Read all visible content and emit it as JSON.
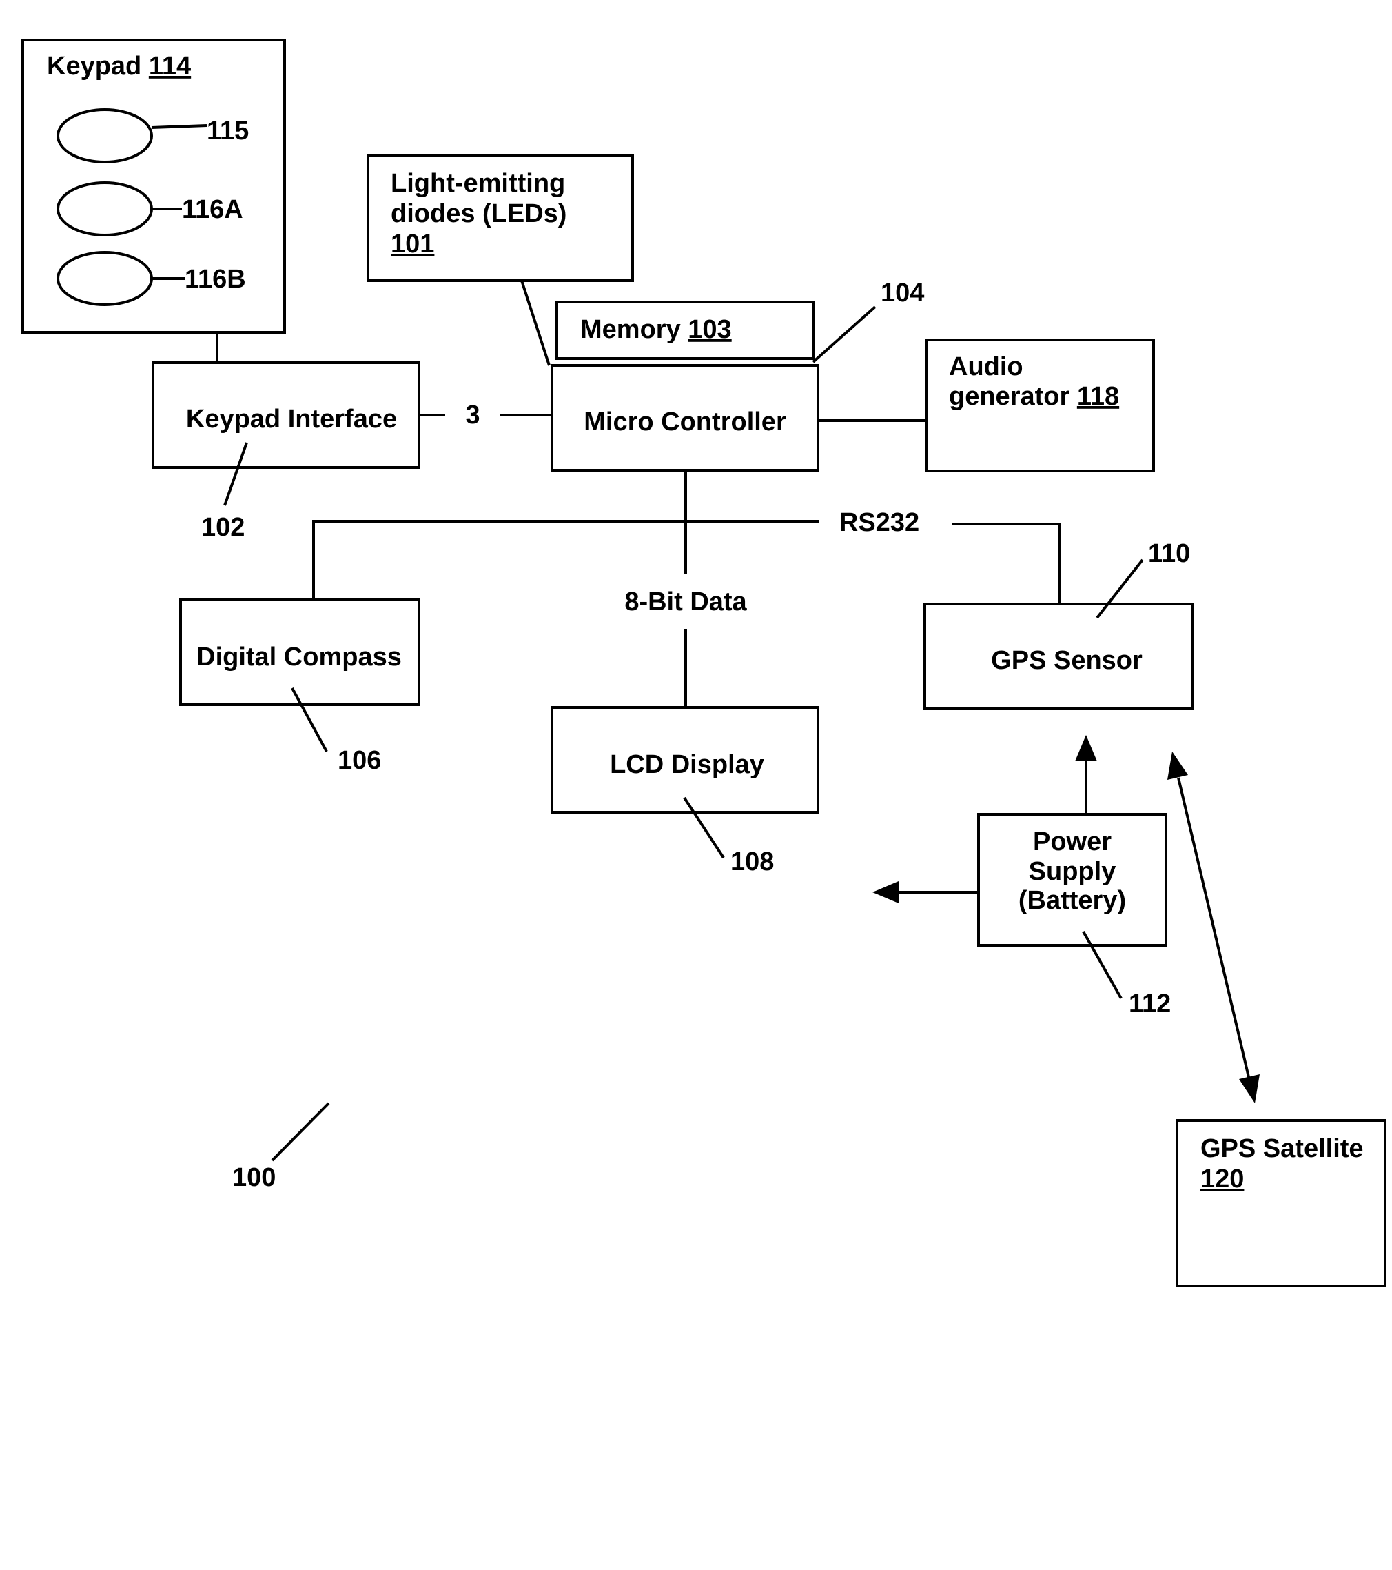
{
  "blocks": {
    "keypad": {
      "name": "Keypad",
      "ref": "114"
    },
    "leds": {
      "line1": "Light-emitting",
      "line2": "diodes (LEDs)",
      "ref": "101"
    },
    "memory": {
      "name": "Memory",
      "ref": "103"
    },
    "audio": {
      "line1": "Audio",
      "line2": "generator",
      "ref": "118"
    },
    "keypad_interface": {
      "name": "Keypad Interface",
      "ref": "102"
    },
    "micro_controller": {
      "name": "Micro Controller",
      "ref": "104"
    },
    "digital_compass": {
      "name": "Digital Compass",
      "ref": "106"
    },
    "lcd_display": {
      "name": "LCD Display",
      "ref": "108"
    },
    "gps_sensor": {
      "name": "GPS Sensor",
      "ref": "110"
    },
    "power_supply": {
      "line1": "Power",
      "line2": "Supply",
      "line3": "(Battery)",
      "ref": "112"
    },
    "gps_satellite": {
      "name": "GPS Satellite",
      "ref": "120"
    }
  },
  "keys": {
    "key1": "115",
    "key2": "116A",
    "key3": "116B"
  },
  "connections": {
    "keypad_bus": "3",
    "rs232": "RS232",
    "data_bus": "8-Bit Data"
  },
  "device_ref": "100"
}
